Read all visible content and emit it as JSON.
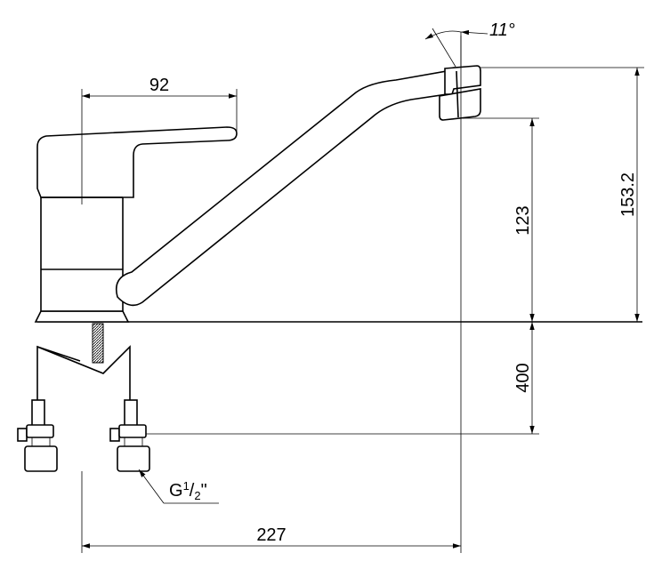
{
  "dimensions": {
    "handle_width": "92",
    "angle": "11°",
    "spout_height": "123",
    "total_height": "153.2",
    "hose_length": "400",
    "reach": "227"
  },
  "thread": {
    "prefix": "G",
    "numerator": "1",
    "separator": "/",
    "denominator": "2",
    "suffix": "\""
  }
}
